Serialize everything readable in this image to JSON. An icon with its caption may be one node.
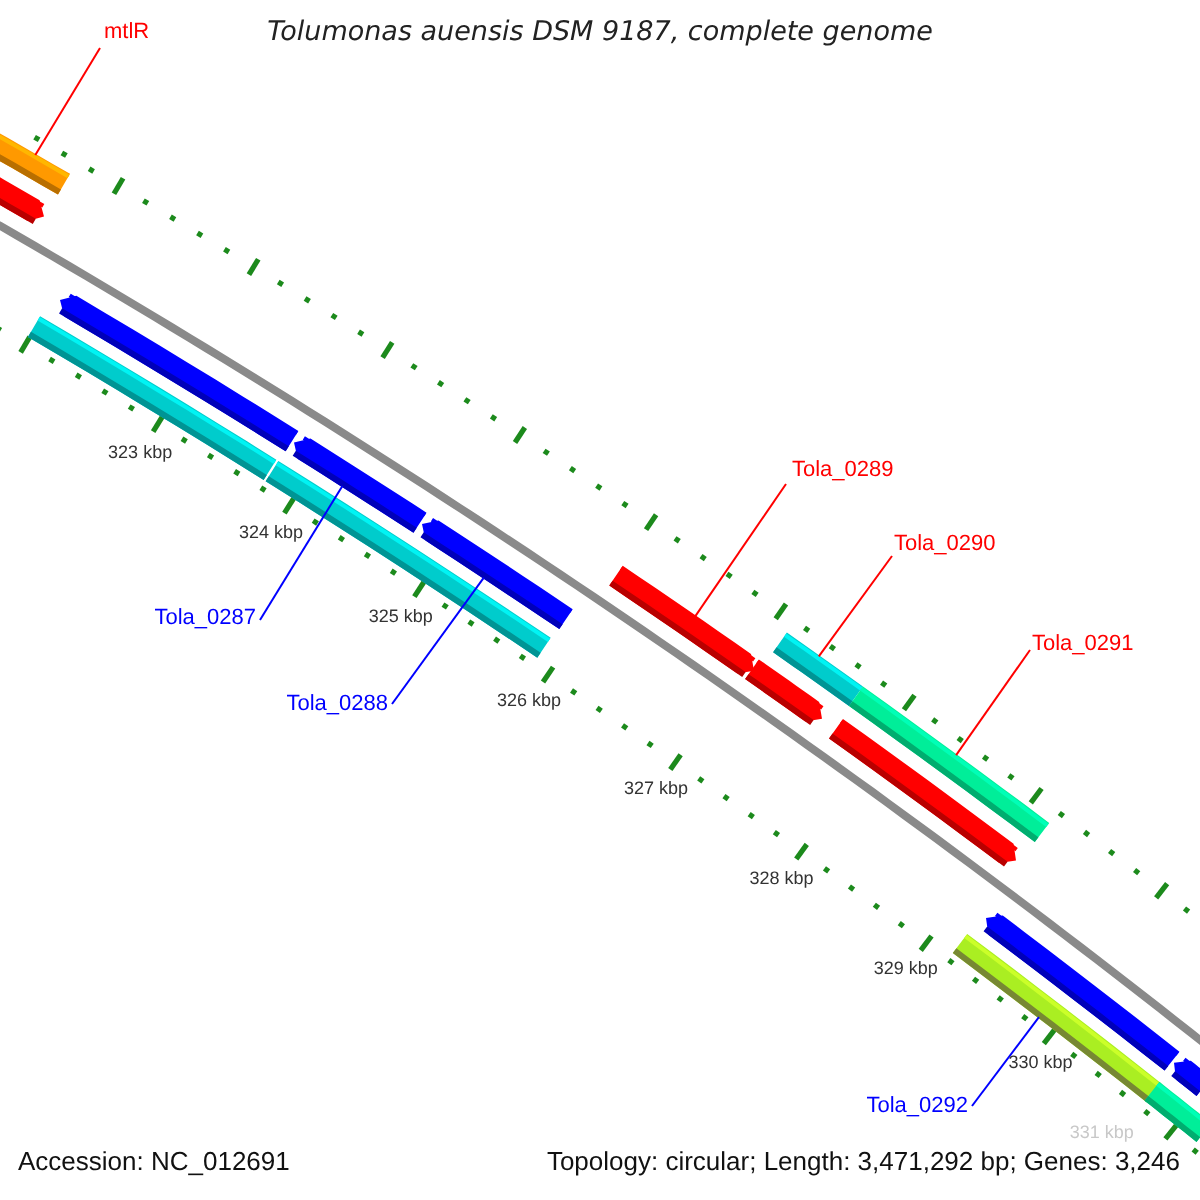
{
  "diagram": {
    "title": "Tolumonas auensis DSM 9187, complete genome",
    "nodes": [
      {
        "text": [
          "mtlR"
        ]
      },
      {
        "text": [],
        "shape": "bar"
      },
      {
        "text": [
          "Tola_0289"
        ]
      },
      {
        "text": [],
        "shape": "arrow"
      },
      {
        "text": [
          "Tola_0290"
        ]
      },
      {
        "text": [],
        "shape": "bar"
      },
      {
        "text": [
          "Tola_0291"
        ]
      },
      {
        "text": [],
        "shape": "bar"
      },
      {
        "text": [
          "Tola_0287"
        ]
      },
      {
        "text": [],
        "shape": "arrow"
      },
      {
        "text": [
          "Tola_0288"
        ]
      },
      {
        "text": [],
        "shape": "arrow"
      },
      {
        "text": [
          "Tola_0292"
        ]
      },
      {
        "text": [],
        "shape": "bar"
      },
      {
        "text": [],
        "shape": "arrow"
      },
      {
        "text": [],
        "shape": "arrow"
      },
      {
        "text": [],
        "shape": "bar"
      },
      {
        "text": [],
        "shape": "bar"
      },
      {
        "text": [],
        "shape": "arrow"
      },
      {
        "text": [],
        "shape": "arrow"
      },
      {
        "text": [],
        "shape": "arrow"
      },
      {
        "text": [],
        "shape": "arrow"
      },
      {
        "text": [],
        "shape": "bar"
      }
    ],
    "edges": [
      {
        "from": 0,
        "to": 1,
        "arrow": "none"
      },
      {
        "from": 2,
        "to": 3,
        "arrow": "none"
      },
      {
        "from": 4,
        "to": 5,
        "arrow": "none"
      },
      {
        "from": 6,
        "to": 7,
        "arrow": "none"
      },
      {
        "from": 8,
        "to": 9,
        "arrow": "none",
        "color": "#0000ff"
      },
      {
        "from": 10,
        "to": 11,
        "arrow": "none",
        "color": "#0000ff"
      },
      {
        "from": 12,
        "to": 13,
        "arrow": "none",
        "color": "#0000ff"
      }
    ],
    "labels": [
      "323 kbp",
      "324 kbp",
      "325 kbp",
      "326 kbp",
      "327 kbp",
      "328 kbp",
      "329 kbp",
      "330 kbp",
      "331 kbp",
      "Accession: NC_012691",
      "Topology: circular; Length: 3,471,292 bp; Genes: 3,246"
    ]
  }
}
